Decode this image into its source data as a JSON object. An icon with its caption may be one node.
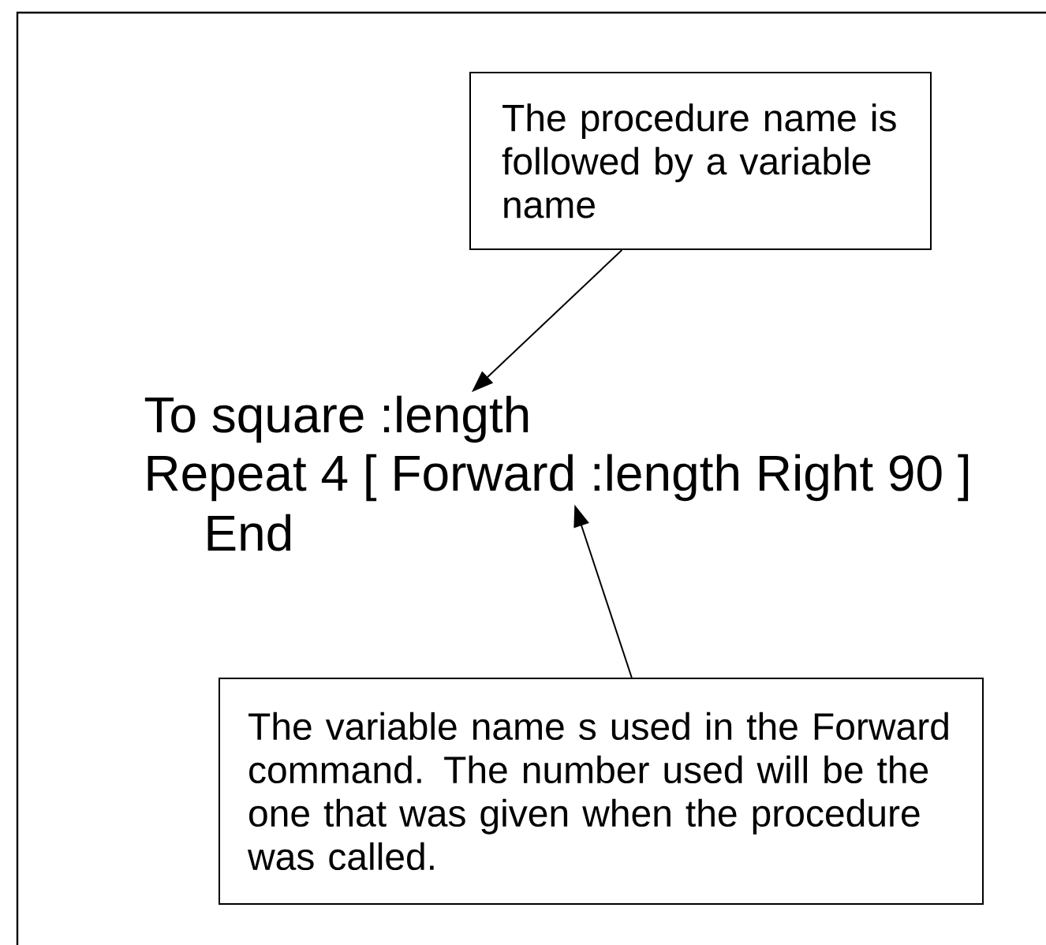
{
  "diagram": {
    "nodes": [
      {
        "text": [
          "The procedure name is followed by a variable name"
        ]
      },
      {
        "text": [
          "To square :length"
        ]
      },
      {
        "text": [
          "Repeat 4 [ Forward :length Right 90 ]"
        ]
      },
      {
        "text": [
          "End"
        ]
      },
      {
        "text": [
          "The variable name s used in the Forward command. The number used will be the one that was given when the procedure was called."
        ]
      }
    ],
    "edges": [
      {
        "from": 0,
        "to": 1,
        "arrow": "to"
      },
      {
        "from": 4,
        "to": 2,
        "arrow": "to"
      }
    ]
  }
}
